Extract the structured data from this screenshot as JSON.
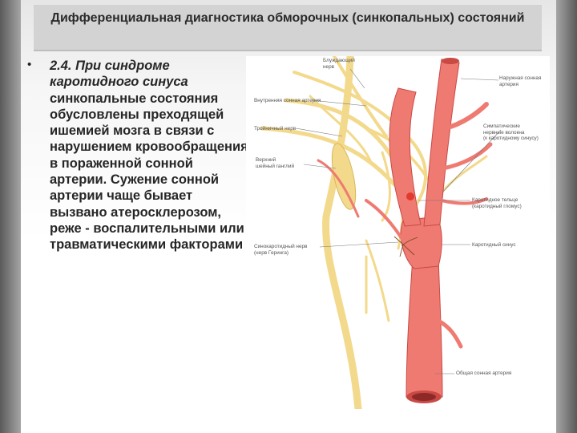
{
  "slide": {
    "title": "Дифференциальная диагностика обморочных (синкопальных) состояний",
    "bullet_symbol": "•",
    "paragraph_italic": "2.4. При синдроме каротидного синуса",
    "paragraph_rest": "синкопальные состояния обусловлены преходящей ишемией мозга в связи с нарушением кровообращения в пораженной сонной артерии. Сужение сонной артерии чаще бывает вызвано атеросклерозом, реже - воспалительными или травматическими факторами"
  },
  "figure": {
    "labels": {
      "vagus_nerve": "Блуждающий\nнерв",
      "external_carotid": "Наружная сонная\nартерия",
      "internal_carotid": "Внутренняя сонная артерия",
      "trigeminal_nerve": "Тройничный нерв",
      "sympathetic_fibers": "Симпатические\nнервные волокна\n(к каротидному синусу)",
      "cervical_ganglion": "Верхний\nшейный ганглий",
      "carotid_body": "Каротидное тельце\n(каротидный гломус)",
      "carotid_sinus": "Каротидный синус",
      "sinus_nerve": "Синокаротидный нерв\n(нерв Геринга)",
      "common_carotid": "Общая сонная артерия"
    },
    "colors": {
      "artery": "#ef7a72",
      "artery_dark": "#c94a45",
      "nerve": "#f3d98b",
      "nerve_edge": "#d9b65a",
      "leader": "#777777"
    }
  }
}
